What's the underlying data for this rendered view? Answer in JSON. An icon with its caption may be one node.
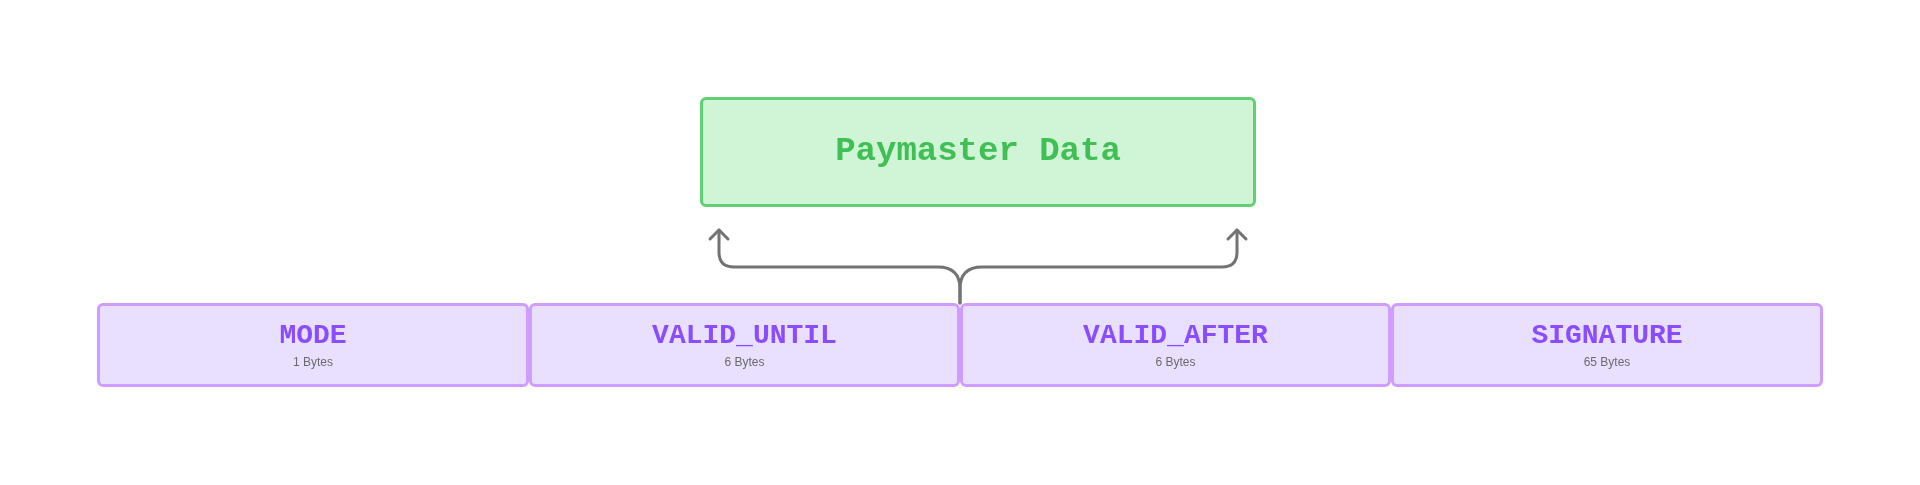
{
  "diagram": {
    "nodes": [
      {
        "text": [
          "Paymaster Data"
        ]
      },
      {
        "text": [
          "MODE",
          "1 Bytes"
        ]
      },
      {
        "text": [
          "VALID_UNTIL",
          "6 Bytes"
        ]
      },
      {
        "text": [
          "VALID_AFTER",
          "6 Bytes"
        ]
      },
      {
        "text": [
          "SIGNATURE",
          "65 Bytes"
        ]
      }
    ],
    "edges": [
      {
        "from": 2,
        "to": 0,
        "arrow": "to"
      },
      {
        "from": 3,
        "to": 0,
        "arrow": "to"
      }
    ]
  }
}
